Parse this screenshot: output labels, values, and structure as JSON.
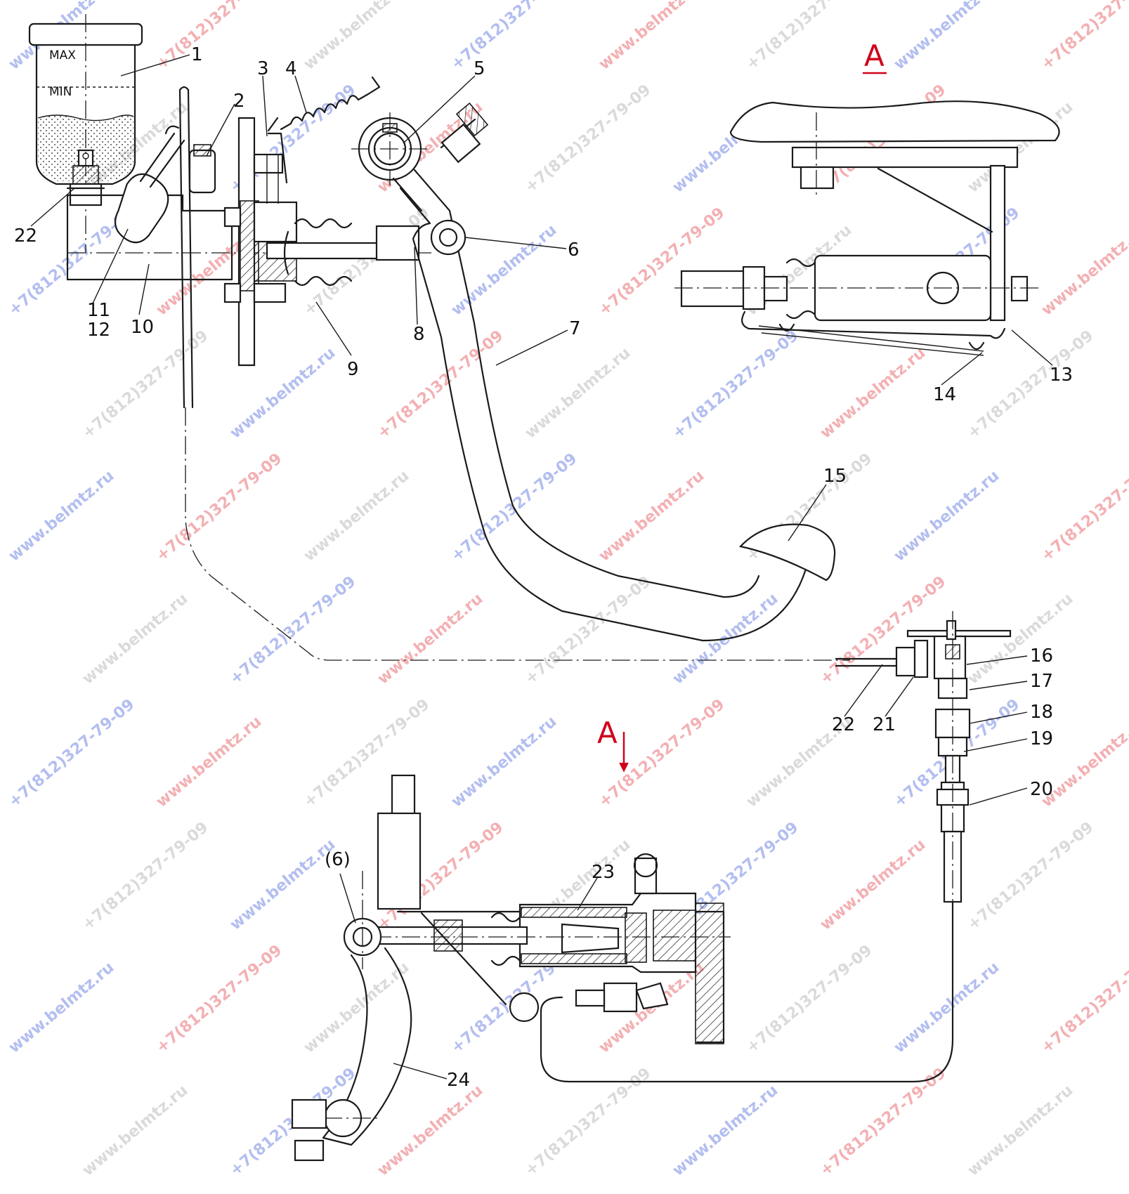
{
  "colors": {
    "line": "#1a1a1a",
    "section_mark": "#d0021b",
    "watermark_red": "#e0323a",
    "watermark_blue": "#3a56d8",
    "watermark_gray": "#a0a0a0"
  },
  "reservoir": {
    "max_label": "MAX",
    "min_label": "MIN"
  },
  "section_marks": {
    "view_title": "A",
    "view_arrow": "A"
  },
  "callouts": [
    "1",
    "2",
    "3",
    "4",
    "5",
    "6",
    "7",
    "8",
    "9",
    "10",
    "11",
    "12",
    "13",
    "14",
    "15",
    "16",
    "17",
    "18",
    "19",
    "20",
    "21",
    "22",
    "22",
    "23",
    "24",
    "(6)"
  ],
  "watermarks": {
    "site": "www.belmtz.ru",
    "phone": "+7(812)327-79-09"
  }
}
